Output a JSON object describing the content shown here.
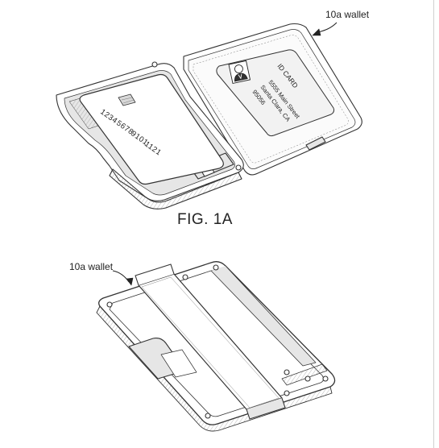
{
  "figure_1a": {
    "callout": "10a wallet",
    "caption": "FIG. 1A",
    "card": {
      "number_groups": [
        "1234",
        "5678",
        "9101",
        "1121"
      ]
    },
    "id_card": {
      "title": "ID CARD",
      "line1": "5555 Main Street",
      "line2": "Santa Clara, CA",
      "line3": "95056"
    }
  },
  "figure_1b": {
    "callout": "10a wallet"
  },
  "colors": {
    "line": "#333333",
    "fill": "#ffffff",
    "shade": "#e6e6e6",
    "window": "#f2f2f2"
  }
}
